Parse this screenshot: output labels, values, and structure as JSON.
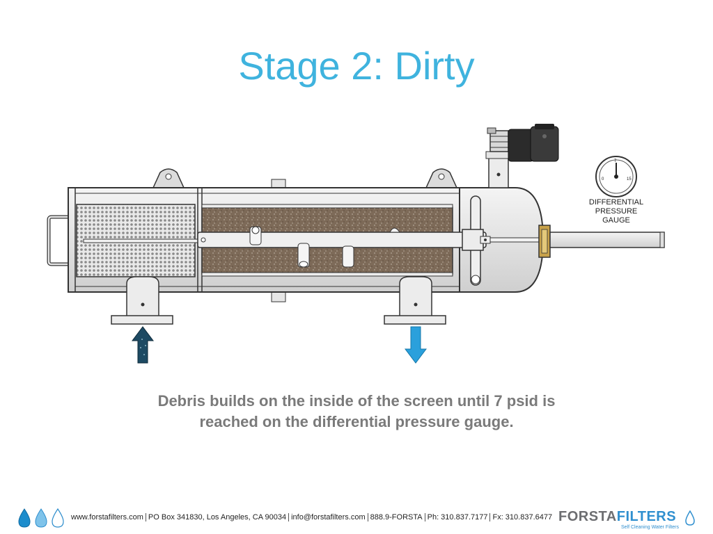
{
  "slide": {
    "title": "Stage 2: Dirty",
    "caption_line1": "Debris builds on the inside of the screen until 7 psid is",
    "caption_line2": "reached on the differential pressure gauge."
  },
  "gauge": {
    "label_line1": "DIFFERENTIAL",
    "label_line2": "PRESSURE",
    "label_line3": "GAUGE",
    "tick_min": "0",
    "tick_mid": "7",
    "tick_max": "15"
  },
  "footer": {
    "website": "www.forstafilters.com",
    "address": "PO Box 341830, Los Angeles, CA 90034",
    "email": "info@forstafilters.com",
    "phone_vanity": "888.9-FORSTA",
    "phone": "Ph: 310.837.7177",
    "fax": "Fx: 310.837.6477",
    "brand_part1": "FORSTA",
    "brand_part2": "FILTERS",
    "tagline": "Self Cleaning Water Filters"
  },
  "colors": {
    "title": "#3fb3de",
    "inlet_arrow": "#1d4a63",
    "outlet_arrow": "#2aa0dc",
    "debris": "#7d6a58",
    "brand_gray": "#6d6e71",
    "brand_blue": "#2f8fcf"
  },
  "icons": [
    "water-drop-icon",
    "inlet-arrow-icon",
    "outlet-arrow-icon"
  ]
}
